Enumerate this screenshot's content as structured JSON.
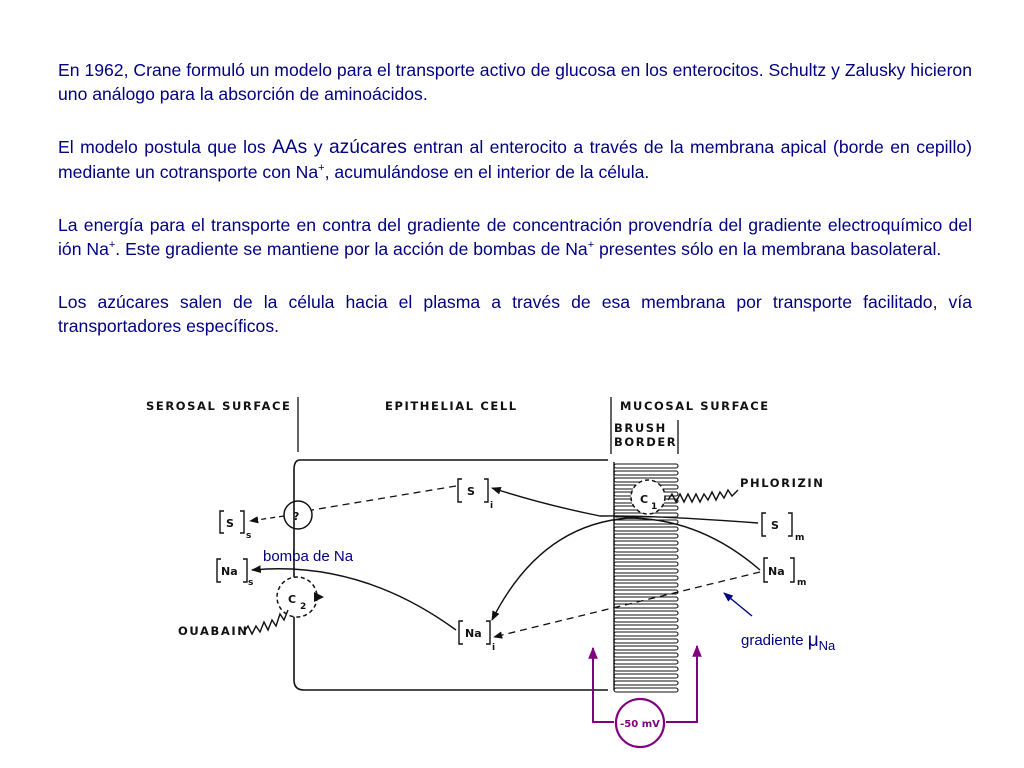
{
  "text": {
    "p1": "En 1962, Crane formuló un modelo para el transporte activo de glucosa en los enterocitos. Schultz y Zalusky hicieron uno análogo para  la absorción de aminoácidos.",
    "p2_a": " El modelo postula que los ",
    "p2_b": "AAs",
    "p2_c": " y ",
    "p2_d": "azúcares",
    "p2_e": " entran al enterocito a través de la membrana apical (borde en cepillo) mediante un cotransporte con Na",
    "p2_sup": "+",
    "p2_f": ", acumulándose en el interior de la célula.",
    "p3_a": "La energía para el transporte en contra del gradiente de concentración provendría del gradiente electroquímico del ión Na",
    "p3_sup1": "+",
    "p3_b": ". Este gradiente se mantiene por la acción de bombas de Na",
    "p3_sup2": "+",
    "p3_c": " presentes sólo en la membrana basolateral.",
    "p4": "Los azúcares salen de la célula hacia el plasma a través de esa membrana por transporte facilitado, vía transportadores específicos."
  },
  "diagram": {
    "serosal_surface": "SEROSAL SURFACE",
    "epithelial_cell": "EPITHELIAL CELL",
    "mucosal_surface": "MUCOSAL SURFACE",
    "brush": "BRUSH",
    "border": "BORDER",
    "phlorizin": "PHLORIZIN",
    "ouabain": "OUABAIN",
    "c1": "C",
    "c1_sub": "1",
    "c2": "C",
    "c2_sub": "2",
    "question": "?",
    "s_label": "S",
    "na_label": "Na",
    "sub_s": "s",
    "sub_i": "i",
    "sub_m": "m",
    "bomba_de_na": "bomba de Na",
    "gradiente": "gradiente ",
    "mu": "μ",
    "mu_sub": "Na",
    "voltage": "-50 mV"
  },
  "colors": {
    "text_blue": "#000080",
    "voltage_purple": "#800080",
    "ink": "#111111"
  }
}
